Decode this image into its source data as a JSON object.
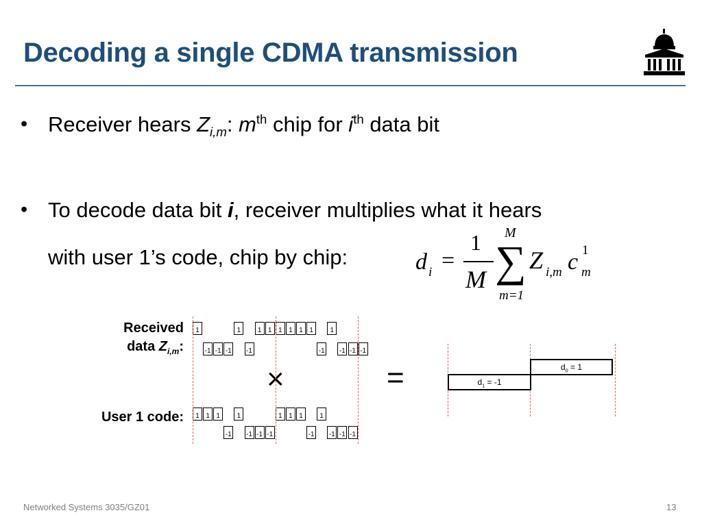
{
  "slide": {
    "title": "Decoding a single CDMA transmission",
    "bullets": [
      {
        "pre": "Receiver hears ",
        "Z": "Z",
        "Zsub": "i,m",
        "colon": ": ",
        "m": "m",
        "th1": "th",
        "mid": " chip for ",
        "i": "i",
        "th2": "th",
        "post": " data bit"
      },
      {
        "pre": "To decode data bit ",
        "i": "i",
        "post": ", receiver multiplies what it hears",
        "line2": "with user 1’s code, chip by chip:"
      }
    ],
    "formula": {
      "d": "d",
      "d_sub": "i",
      "eq": "=",
      "num": "1",
      "den": "M",
      "sigma": "∑",
      "upper": "M",
      "lower": "m=1",
      "Z": "Z",
      "Z_sub": "i,m",
      "c": "c",
      "c_sup": "1",
      "c_sub": "m"
    },
    "received_label": {
      "line1": "Received",
      "line2_pre": "data ",
      "Z": "Z",
      "Z_sub": "i,m",
      "line2_post": ":"
    },
    "code_label": "User 1 code:",
    "times_symbol": "×",
    "equals_symbol": "=",
    "received_chips": [
      1,
      -1,
      -1,
      -1,
      1,
      -1,
      1,
      1,
      1,
      1,
      1,
      1,
      -1,
      1,
      -1,
      -1,
      -1
    ],
    "code_chips": [
      1,
      1,
      1,
      -1,
      1,
      -1,
      -1,
      -1,
      1,
      1,
      1,
      -1,
      1,
      -1,
      -1,
      -1
    ],
    "decoded": {
      "d1": {
        "d": "d",
        "sub": "1",
        "val": " = -1"
      },
      "d0": {
        "d": "d",
        "sub": "0",
        "val": " = 1"
      }
    },
    "footer_left": "Networked Systems 3035/GZ01",
    "page_number": "13",
    "colors": {
      "title": "#1f4e79",
      "rule": "#4f6f91",
      "dash": "#e06060",
      "footer": "#7f7f7f"
    }
  }
}
